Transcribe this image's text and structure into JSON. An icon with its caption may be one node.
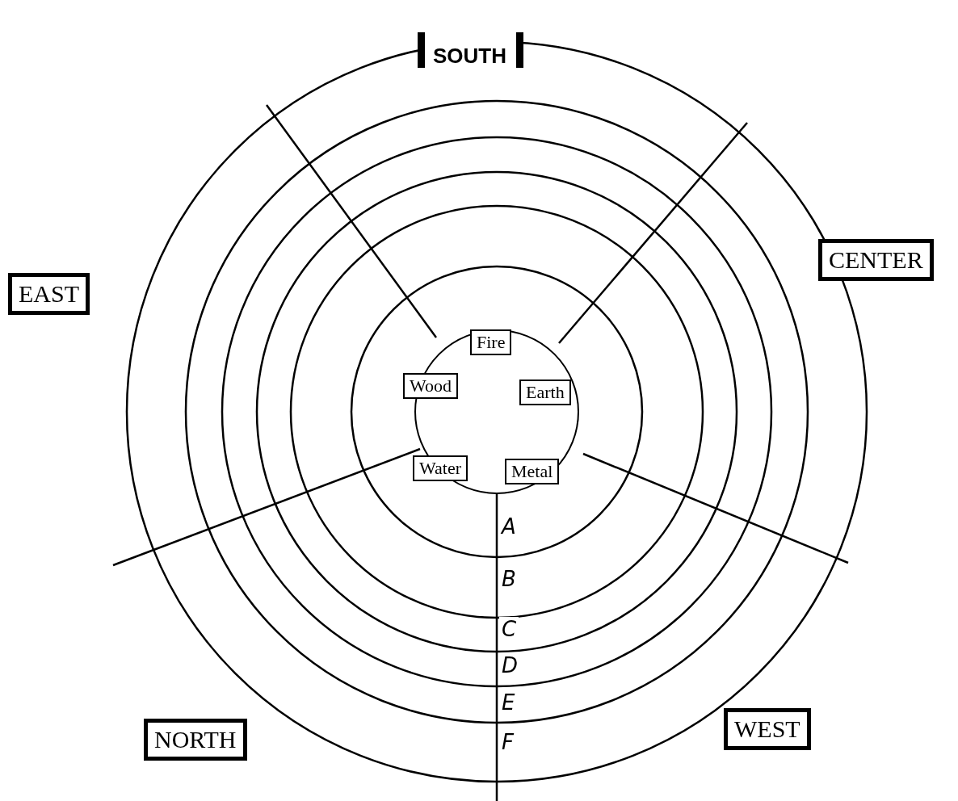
{
  "diagram": {
    "nodes": [
      {
        "text": [
          "SOUTH"
        ]
      },
      {
        "text": [
          "EAST"
        ]
      },
      {
        "text": [
          "CENTER"
        ]
      },
      {
        "text": [],
        "shape": "circle"
      },
      {
        "text": [
          "Fire"
        ],
        "in": 3
      },
      {
        "text": [
          "Wood"
        ],
        "in": 3
      },
      {
        "text": [
          "Earth"
        ],
        "in": 3
      },
      {
        "text": [
          "Water"
        ],
        "in": 3
      },
      {
        "text": [
          "Metal"
        ],
        "in": 3
      },
      {
        "text": [
          "NORTH"
        ]
      },
      {
        "text": [
          "WEST"
        ]
      }
    ],
    "edges": [],
    "labels": [
      "A",
      "B",
      "C",
      "D",
      "E",
      "F"
    ]
  }
}
